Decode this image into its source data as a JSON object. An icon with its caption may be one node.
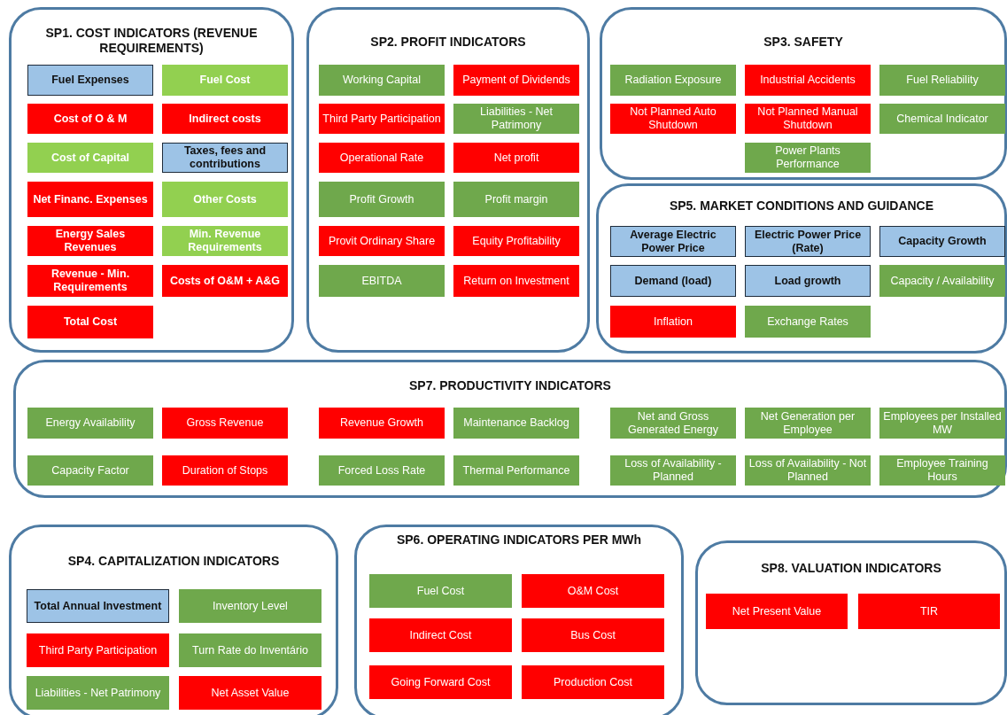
{
  "diagram": {
    "nodes": [
      {
        "text": [
          "SP1. COST INDICATORS (REVENUE REQUIREMENTS)"
        ]
      },
      {
        "text": [
          "Fuel Expenses"
        ],
        "in": 0
      },
      {
        "text": [
          "Fuel Cost"
        ],
        "in": 0
      },
      {
        "text": [
          "Cost of O & M"
        ],
        "in": 0
      },
      {
        "text": [
          "Indirect costs"
        ],
        "in": 0
      },
      {
        "text": [
          "Cost of Capital"
        ],
        "in": 0
      },
      {
        "text": [
          "Taxes, fees and contributions"
        ],
        "in": 0
      },
      {
        "text": [
          "Net Financ. Expenses"
        ],
        "in": 0
      },
      {
        "text": [
          "Other Costs"
        ],
        "in": 0
      },
      {
        "text": [
          "Energy Sales Revenues"
        ],
        "in": 0
      },
      {
        "text": [
          "Min. Revenue Requirements"
        ],
        "in": 0
      },
      {
        "text": [
          "Revenue - Min. Requirements"
        ],
        "in": 0
      },
      {
        "text": [
          "Costs of O&M + A&G"
        ],
        "in": 0
      },
      {
        "text": [
          "Total Cost"
        ],
        "in": 0
      },
      {
        "text": [
          "SP2. PROFIT INDICATORS"
        ]
      },
      {
        "text": [
          "Working Capital"
        ],
        "in": 14
      },
      {
        "text": [
          "Payment of Dividends"
        ],
        "in": 14
      },
      {
        "text": [
          "Third Party Participation"
        ],
        "in": 14
      },
      {
        "text": [
          "Liabilities - Net Patrimony"
        ],
        "in": 14
      },
      {
        "text": [
          "Operational Rate"
        ],
        "in": 14
      },
      {
        "text": [
          "Net profit"
        ],
        "in": 14
      },
      {
        "text": [
          "Profit Growth"
        ],
        "in": 14
      },
      {
        "text": [
          "Profit margin"
        ],
        "in": 14
      },
      {
        "text": [
          "Provit Ordinary Share"
        ],
        "in": 14
      },
      {
        "text": [
          "Equity Profitability"
        ],
        "in": 14
      },
      {
        "text": [
          "EBITDA"
        ],
        "in": 14
      },
      {
        "text": [
          "Return on Investment"
        ],
        "in": 14
      },
      {
        "text": [
          "SP3. SAFETY"
        ]
      },
      {
        "text": [
          "Radiation Exposure"
        ],
        "in": 27
      },
      {
        "text": [
          "Industrial Accidents"
        ],
        "in": 27
      },
      {
        "text": [
          "Fuel Reliability"
        ],
        "in": 27
      },
      {
        "text": [
          "Not Planned Auto Shutdown"
        ],
        "in": 27
      },
      {
        "text": [
          "Not Planned Manual Shutdown"
        ],
        "in": 27
      },
      {
        "text": [
          "Chemical Indicator"
        ],
        "in": 27
      },
      {
        "text": [
          "Power Plants Performance"
        ],
        "in": 27
      },
      {
        "text": [
          "SP5. MARKET CONDITIONS AND GUIDANCE"
        ]
      },
      {
        "text": [
          "Average Electric Power Price"
        ],
        "in": 35
      },
      {
        "text": [
          "Electric Power Price (Rate)"
        ],
        "in": 35
      },
      {
        "text": [
          "Capacity Growth"
        ],
        "in": 35
      },
      {
        "text": [
          "Demand (load)"
        ],
        "in": 35
      },
      {
        "text": [
          "Load growth"
        ],
        "in": 35
      },
      {
        "text": [
          "Capacity / Availability"
        ],
        "in": 35
      },
      {
        "text": [
          "Inflation"
        ],
        "in": 35
      },
      {
        "text": [
          "Exchange Rates"
        ],
        "in": 35
      },
      {
        "text": [
          "SP7. PRODUCTIVITY INDICATORS"
        ]
      },
      {
        "text": [
          "Energy Availability"
        ],
        "in": 44
      },
      {
        "text": [
          "Gross Revenue"
        ],
        "in": 44
      },
      {
        "text": [
          "Revenue Growth"
        ],
        "in": 44
      },
      {
        "text": [
          "Maintenance Backlog"
        ],
        "in": 44
      },
      {
        "text": [
          "Net and Gross Generated Energy"
        ],
        "in": 44
      },
      {
        "text": [
          "Net Generation per Employee"
        ],
        "in": 44
      },
      {
        "text": [
          "Employees per Installed MW"
        ],
        "in": 44
      },
      {
        "text": [
          "Capacity Factor"
        ],
        "in": 44
      },
      {
        "text": [
          "Duration of Stops"
        ],
        "in": 44
      },
      {
        "text": [
          "Forced Loss Rate"
        ],
        "in": 44
      },
      {
        "text": [
          "Thermal Performance"
        ],
        "in": 44
      },
      {
        "text": [
          "Loss of Availability - Planned"
        ],
        "in": 44
      },
      {
        "text": [
          "Loss of Availability - Not Planned"
        ],
        "in": 44
      },
      {
        "text": [
          "Employee Training Hours"
        ],
        "in": 44
      },
      {
        "text": [
          "SP4. CAPITALIZATION INDICATORS"
        ]
      },
      {
        "text": [
          "Total Annual Investment"
        ],
        "in": 59
      },
      {
        "text": [
          "Inventory Level"
        ],
        "in": 59
      },
      {
        "text": [
          "Third Party Participation"
        ],
        "in": 59
      },
      {
        "text": [
          "Turn Rate do Inventário"
        ],
        "in": 59
      },
      {
        "text": [
          "Liabilities - Net Patrimony"
        ],
        "in": 59
      },
      {
        "text": [
          "Net Asset Value"
        ],
        "in": 59
      },
      {
        "text": [
          "SP6. OPERATING INDICATORS PER MWh"
        ]
      },
      {
        "text": [
          "Fuel Cost"
        ],
        "in": 66
      },
      {
        "text": [
          "O&M Cost"
        ],
        "in": 66
      },
      {
        "text": [
          "Indirect Cost"
        ],
        "in": 66
      },
      {
        "text": [
          "Bus Cost"
        ],
        "in": 66
      },
      {
        "text": [
          "Going Forward Cost"
        ],
        "in": 66
      },
      {
        "text": [
          "Production Cost"
        ],
        "in": 66
      },
      {
        "text": [
          "SP8. VALUATION INDICATORS"
        ]
      },
      {
        "text": [
          "Net Present Value"
        ],
        "in": 73
      },
      {
        "text": [
          "TIR"
        ],
        "in": 73
      }
    ]
  }
}
